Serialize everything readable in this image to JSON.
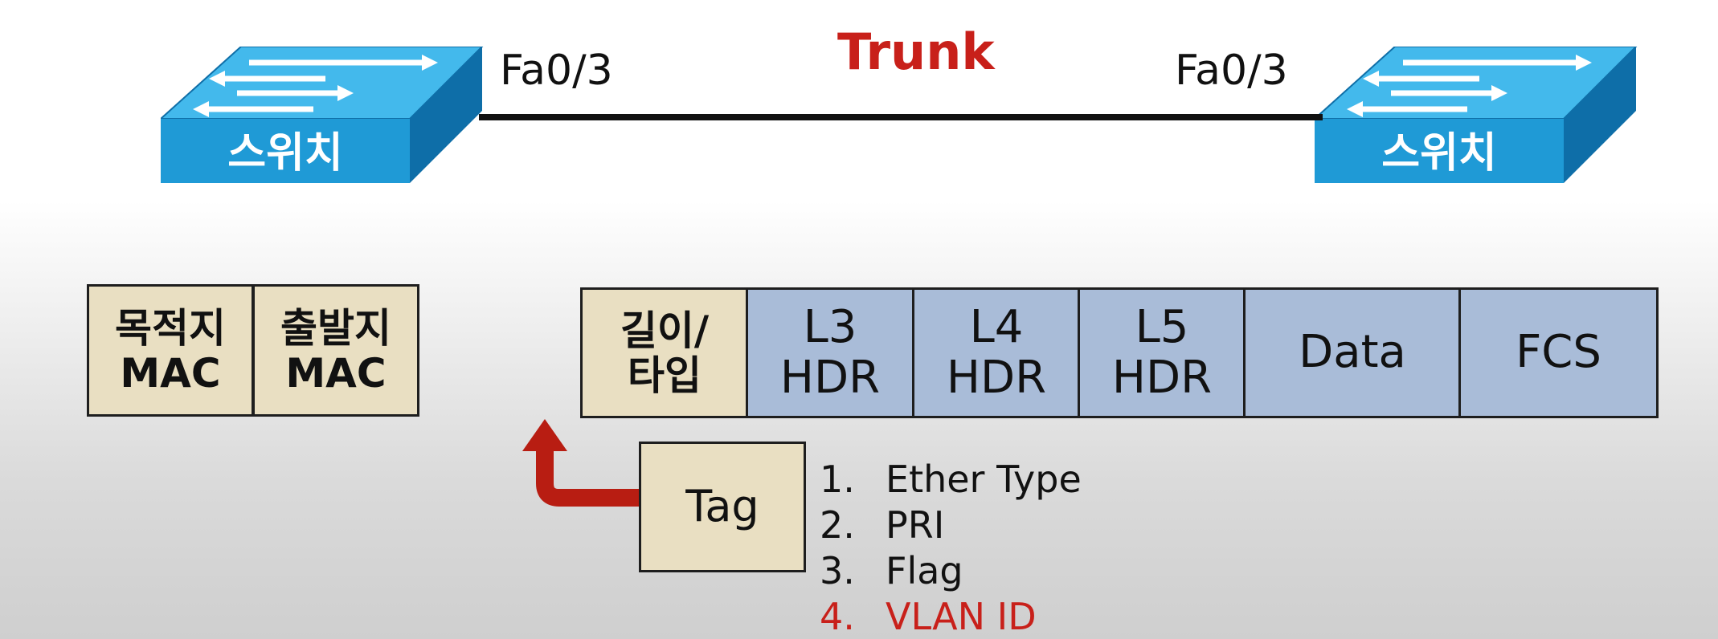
{
  "topology": {
    "left_switch_label": "스위치",
    "right_switch_label": "스위치",
    "left_port": "Fa0/3",
    "right_port": "Fa0/3",
    "link_label": "Trunk"
  },
  "frame": {
    "left_fields": [
      {
        "text": "목적지\nMAC"
      },
      {
        "text": "출발지\nMAC"
      }
    ],
    "length_type": "길이/\n타입",
    "headers": [
      {
        "text": "L3\nHDR"
      },
      {
        "text": "L4\nHDR"
      },
      {
        "text": "L5\nHDR"
      }
    ],
    "data": "Data",
    "fcs": "FCS"
  },
  "tag": {
    "label": "Tag",
    "fields": [
      {
        "num": "1.",
        "name": "Ether Type"
      },
      {
        "num": "2.",
        "name": "PRI"
      },
      {
        "num": "3.",
        "name": "Flag"
      },
      {
        "num": "4.",
        "name": "VLAN ID"
      }
    ]
  },
  "colors": {
    "switch_blue": "#1d9ad8",
    "field_tan": "#e9dfc2",
    "field_blue": "#a9bcd8",
    "accent_red": "#c8201a",
    "arrow_red": "#b81d12"
  }
}
